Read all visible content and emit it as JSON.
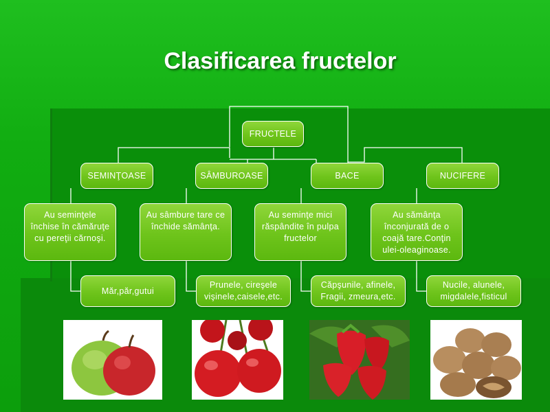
{
  "title": "Clasificarea fructelor",
  "root": "FRUCTELE",
  "categories": [
    {
      "label": "SEMINŢOASE",
      "desc": "Au seminţele închise în cămăruţe cu pereţii cărnoşi.",
      "examples": "Măr,păr,gutui"
    },
    {
      "label": "SÂMBUROASE",
      "desc": "Au sâmbure tare ce închide sămânţa.",
      "examples": "Prunele, cireşele vişinele,caisele,etc."
    },
    {
      "label": "BACE",
      "desc": "Au seminţe mici răspândite în pulpa fructelor",
      "examples": "Căpşunile, afinele, Fragii, zmeura,etc."
    },
    {
      "label": "NUCIFERE",
      "desc": "Au sămânţa înconjurată de o coajă tare.Conţin ulei-oleaginoase.",
      "examples": "Nucile, alunele, migdalele,fisticul"
    }
  ],
  "photos": [
    "apples-image",
    "cherries-image",
    "strawberries-image",
    "walnuts-image"
  ],
  "colors": {
    "background": "#11ad11",
    "box_fill": "#6ec41b",
    "box_border": "#ffffff",
    "connector": "#ffffff"
  }
}
